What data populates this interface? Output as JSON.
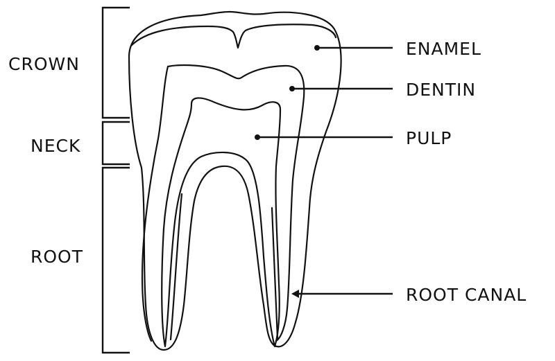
{
  "diagram": {
    "section_labels": {
      "crown": "CROWN",
      "neck": "NECK",
      "root": "ROOT"
    },
    "part_labels": {
      "enamel": "ENAMEL",
      "dentin": "DENTIN",
      "pulp": "PULP",
      "root_canal": "ROOT CANAL"
    }
  }
}
